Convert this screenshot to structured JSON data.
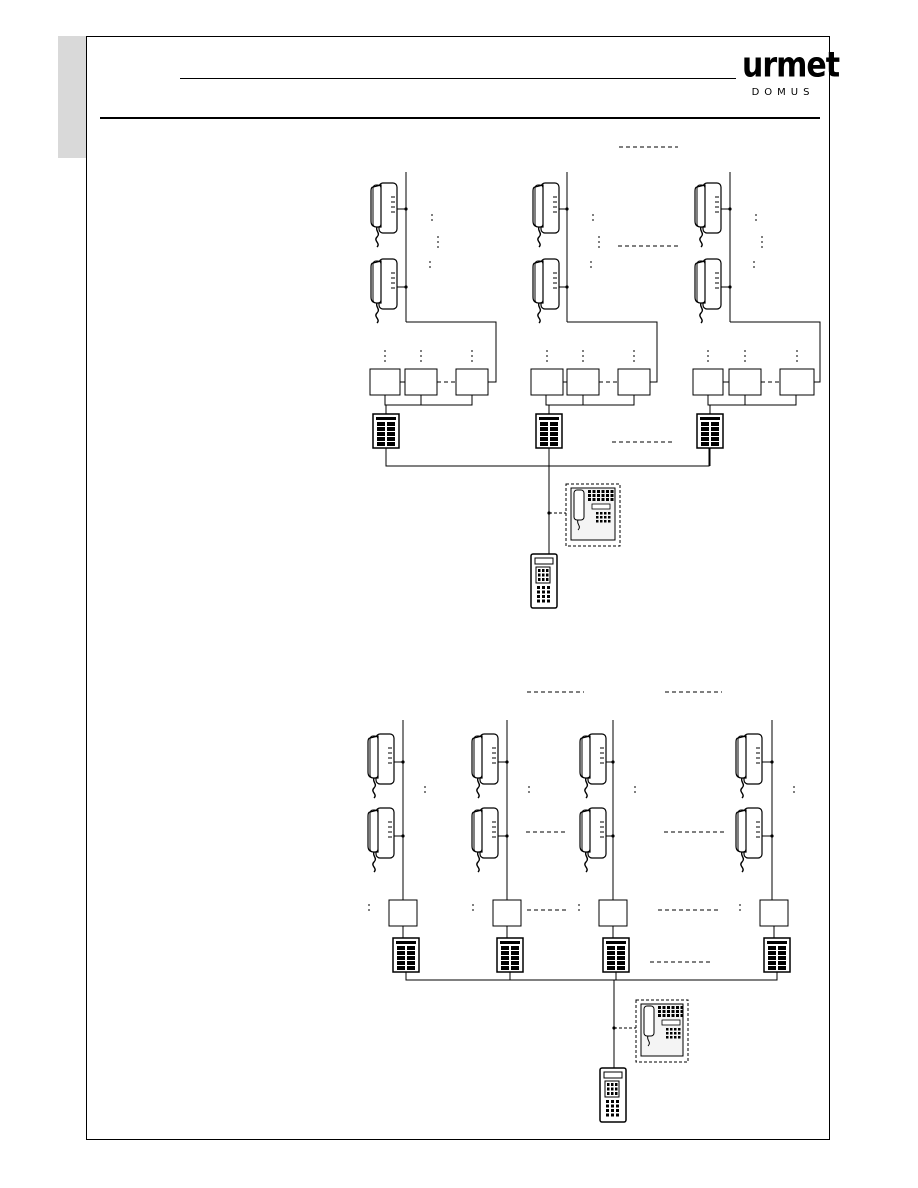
{
  "brand": {
    "logo_text": "urmet",
    "logo_subtext": "DOMUS"
  },
  "diagrams": [
    {
      "name": "diagram-top",
      "columns": 3,
      "handsets_per_column": 2,
      "modules_per_column": 3
    },
    {
      "name": "diagram-bottom",
      "columns": 4,
      "handsets_per_column": 2,
      "modules_per_column": 1
    }
  ],
  "icons": [
    "interphone-handset-icon",
    "module-box-icon",
    "entrance-panel-icon",
    "switchboard-icon",
    "main-entrance-panel-icon"
  ]
}
